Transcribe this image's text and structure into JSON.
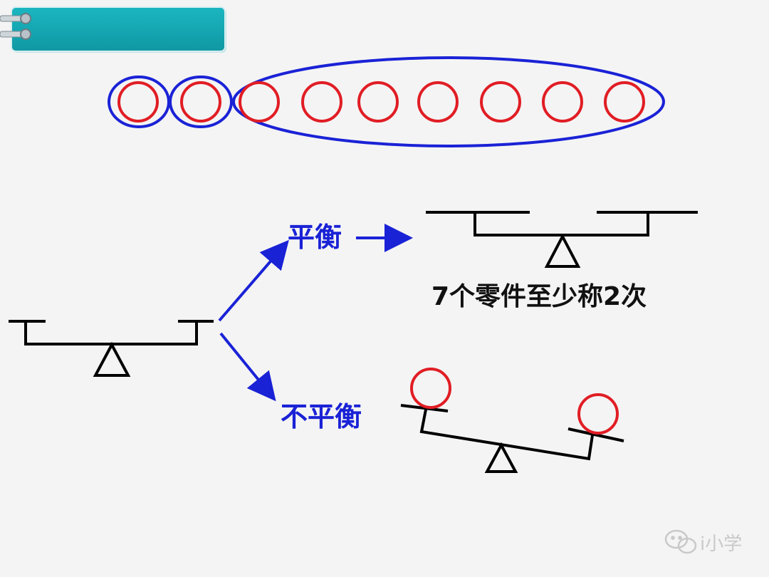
{
  "labels": {
    "balanced": "平衡",
    "unbalanced": "不平衡",
    "result": "7个零件至少称2次"
  },
  "watermark": {
    "text": "i小学",
    "icon": "wechat-icon"
  },
  "header_tab": {
    "icon": "binder-rings-icon"
  },
  "parts": {
    "count": 9,
    "first_group_size": 1,
    "second_group_size": 1,
    "third_group_size": 7
  },
  "colors": {
    "background": "#f4f4f4",
    "tab": "#12a8b3",
    "part": "#e11d24",
    "group": "#1a22d6",
    "arrow": "#1a22d6",
    "scale": "#000000",
    "label_blue": "#1a22d6",
    "label_black": "#111111",
    "watermark": "#c9c9c9"
  }
}
